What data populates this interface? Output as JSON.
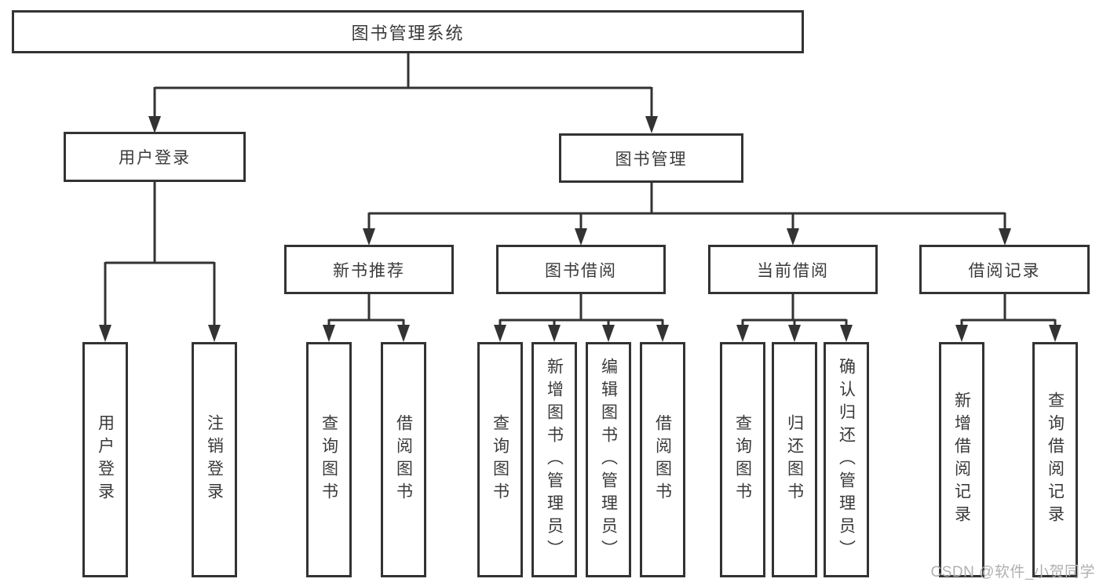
{
  "colors": {
    "line": "#333333",
    "text": "#3a3a3a",
    "background": "#ffffff",
    "watermark": "#b0b0b0"
  },
  "diagram": {
    "root": {
      "label": "图书管理系统"
    },
    "level2": [
      {
        "label": "用户登录",
        "children": [
          {
            "label": "用户登录"
          },
          {
            "label": "注销登录"
          }
        ]
      },
      {
        "label": "图书管理",
        "children": [
          {
            "label": "新书推荐",
            "children": [
              {
                "label": "查询图书"
              },
              {
                "label": "借阅图书"
              }
            ]
          },
          {
            "label": "图书借阅",
            "children": [
              {
                "label": "查询图书"
              },
              {
                "label": "新增图书（管理员）"
              },
              {
                "label": "编辑图书（管理员）"
              },
              {
                "label": "借阅图书"
              }
            ]
          },
          {
            "label": "当前借阅",
            "children": [
              {
                "label": "查询图书"
              },
              {
                "label": "归还图书"
              },
              {
                "label": "确认归还（管理员）"
              }
            ]
          },
          {
            "label": "借阅记录",
            "children": [
              {
                "label": "新增借阅记录"
              },
              {
                "label": "查询借阅记录"
              }
            ]
          }
        ]
      }
    ]
  },
  "watermark": {
    "text": "CSDN @软件_小贺同学"
  }
}
